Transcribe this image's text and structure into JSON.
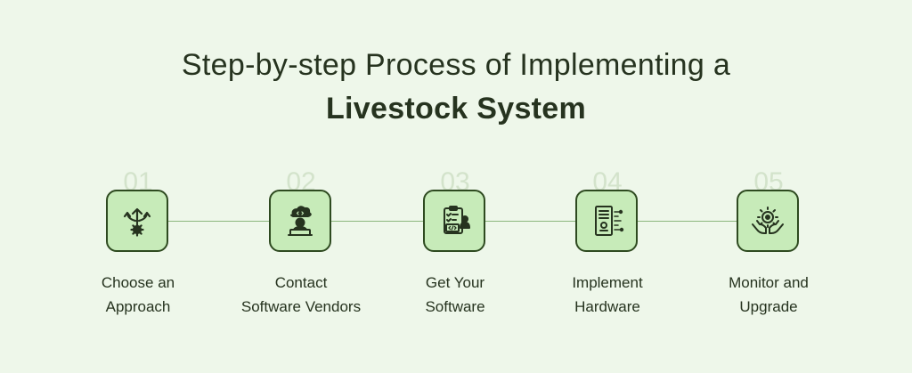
{
  "title": {
    "line1": "Step-by-step Process of Implementing a",
    "line2": "Livestock System"
  },
  "colors": {
    "background": "#eef7ea",
    "icon_fill": "#c7ebb9",
    "icon_border": "#2e4a20",
    "text": "#26331f",
    "number": "#d3e3cb",
    "connector": "#8cb67e"
  },
  "steps": [
    {
      "number": "01",
      "label_line1": "Choose an",
      "label_line2": "Approach",
      "icon": "branching-arrows-gear-icon"
    },
    {
      "number": "02",
      "label_line1": "Contact",
      "label_line2": "Software Vendors",
      "icon": "cloud-developer-icon"
    },
    {
      "number": "03",
      "label_line1": "Get Your",
      "label_line2": "Software",
      "icon": "clipboard-code-user-icon"
    },
    {
      "number": "04",
      "label_line1": "Implement",
      "label_line2": "Hardware",
      "icon": "server-tower-icon"
    },
    {
      "number": "05",
      "label_line1": "Monitor and",
      "label_line2": "Upgrade",
      "icon": "hands-gear-icon"
    }
  ]
}
